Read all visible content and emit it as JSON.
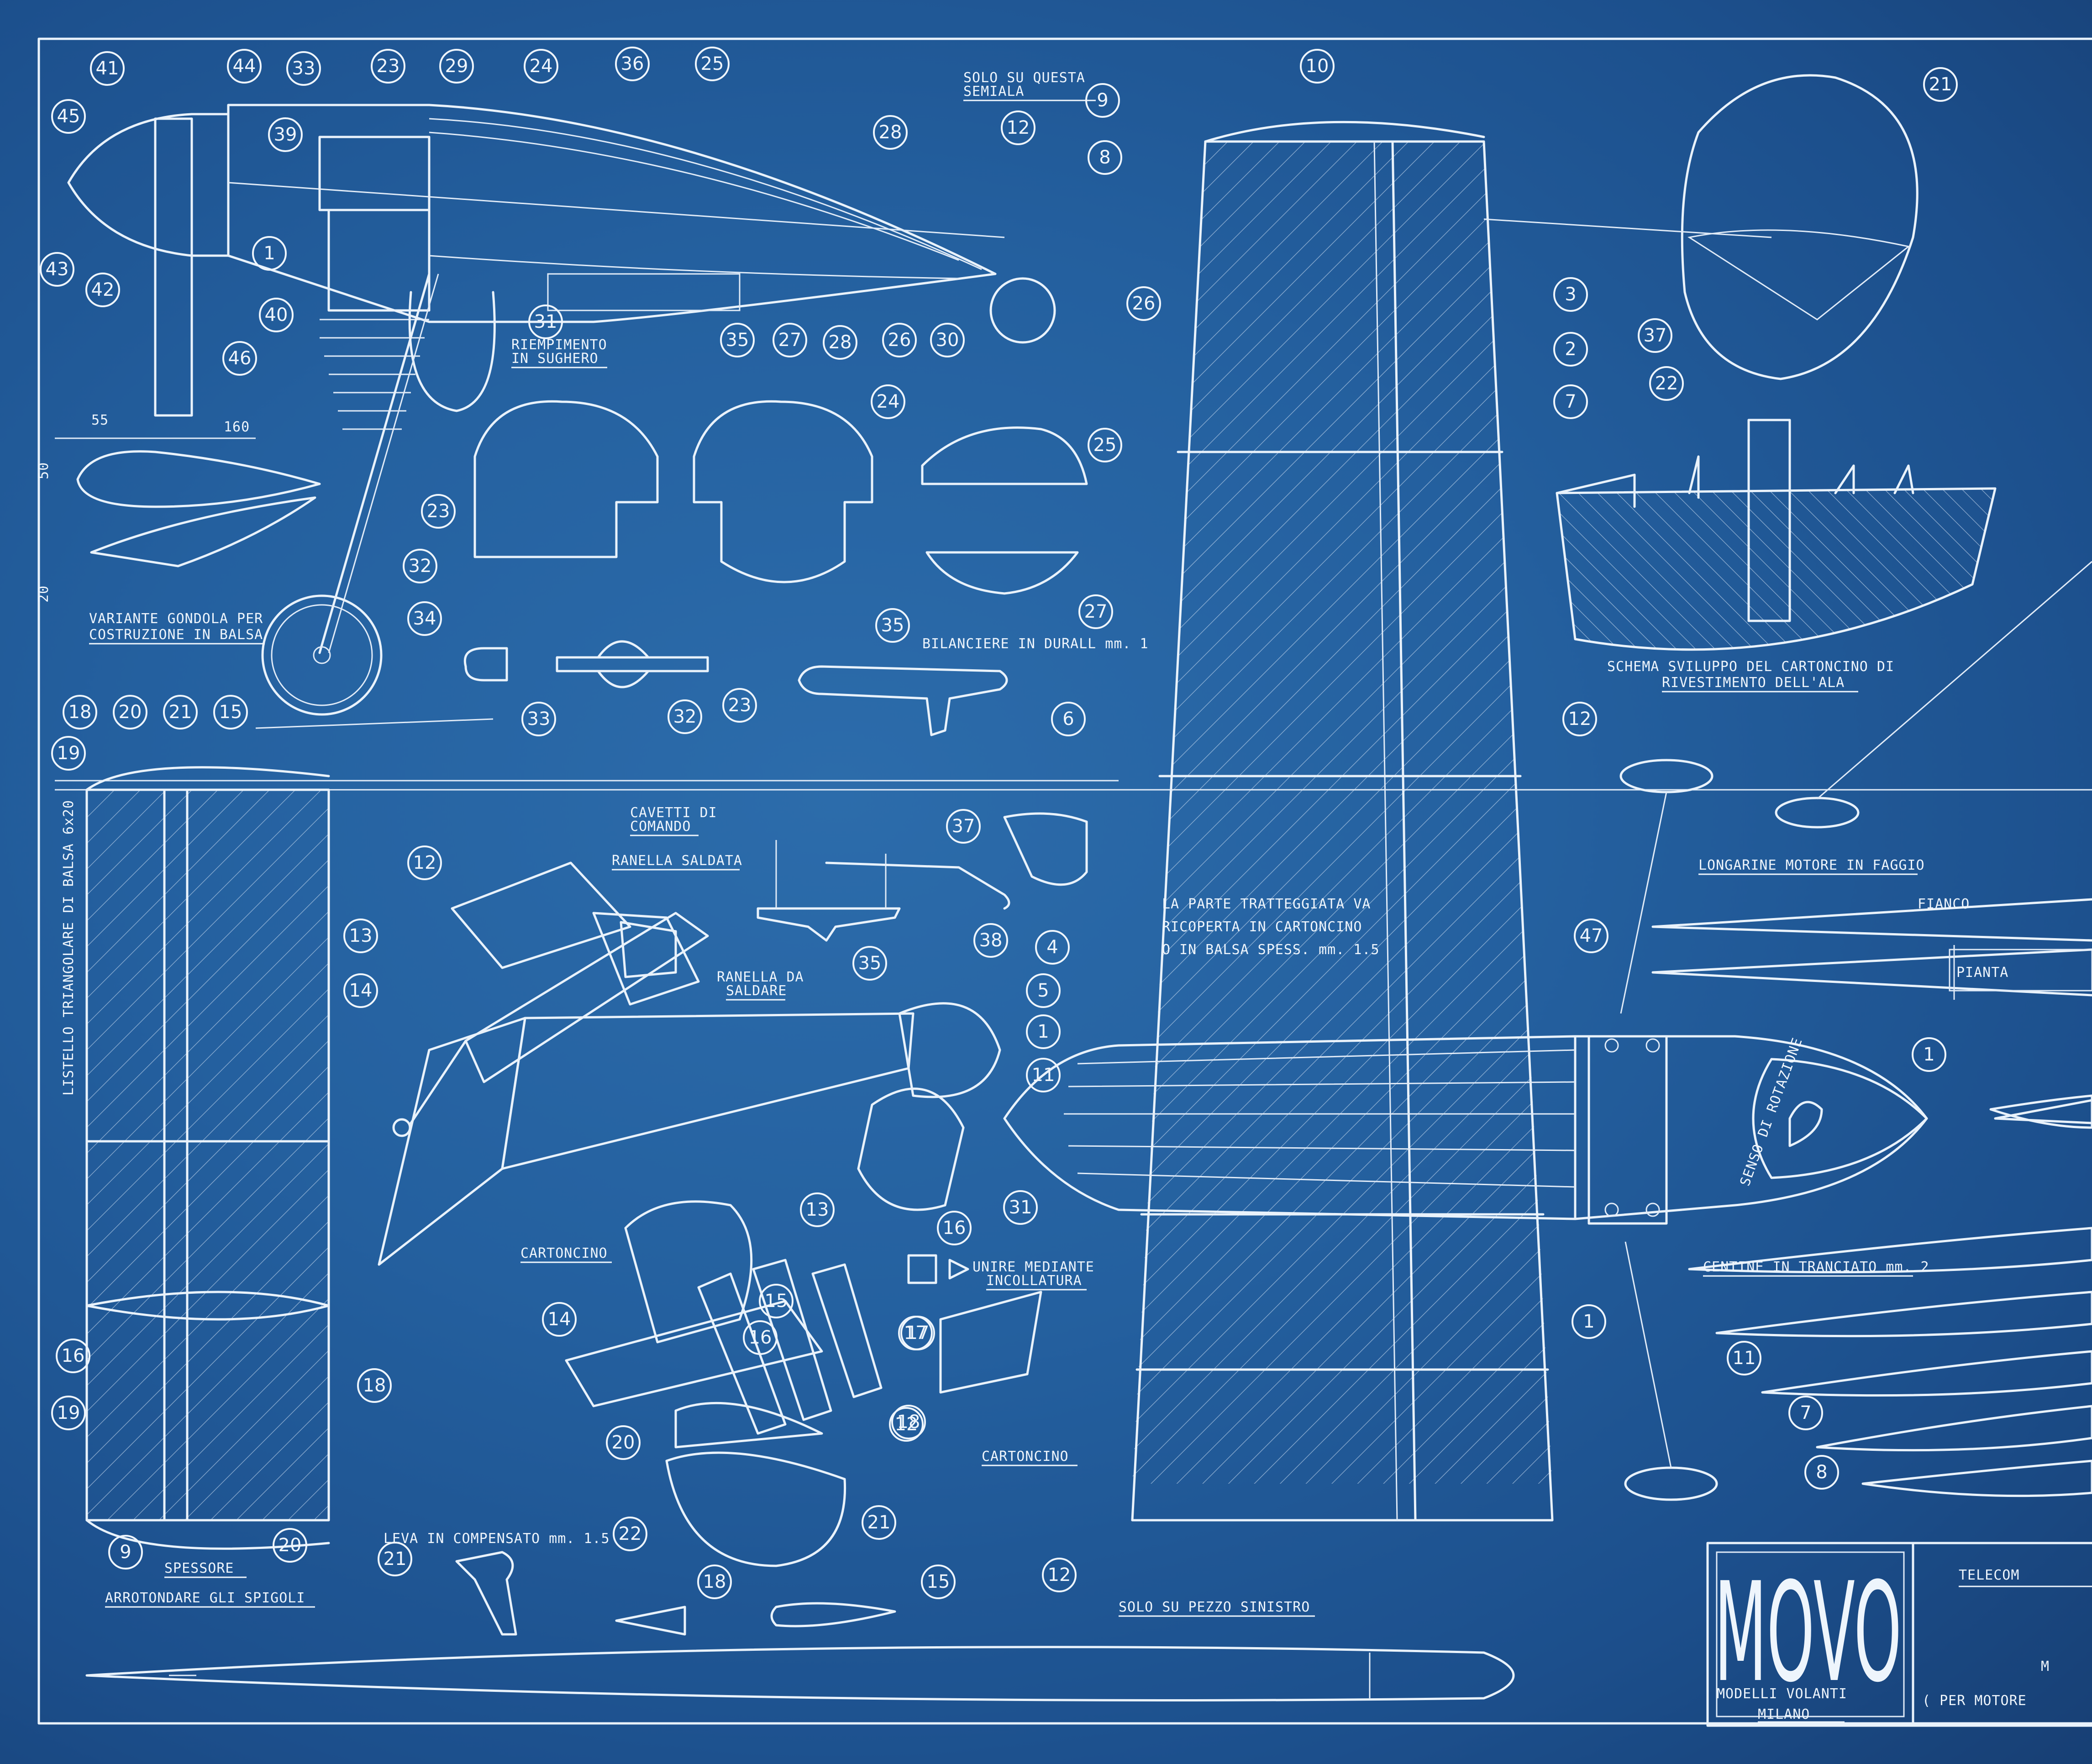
{
  "sheet": {
    "background_color": "#24609f",
    "line_color": "#e9f2fb"
  },
  "title_block": {
    "brand": "MOVO",
    "brand_sub_1": "MODELLI VOLANTI",
    "brand_sub_2": "MILANO",
    "title_partial": "TELECOM",
    "model_letter": "M",
    "subtitle_partial": "( PER MOTORE"
  },
  "notes": {
    "solo_su_questa": "SOLO SU QUESTA",
    "semiala": "SEMIALA",
    "riempimento": "RIEMPIMENTO",
    "in_sughero": "IN SUGHERO",
    "variante_1": "VARIANTE GONDOLA PER",
    "variante_2": "COSTRUZIONE IN BALSA",
    "bilanciere": "BILANCIERE IN DURALL mm. 1",
    "schema_1": "SCHEMA SVILUPPO DEL CARTONCINO DI",
    "schema_2": "RIVESTIMENTO DELL'ALA",
    "cavetti_1": "CAVETTI DI",
    "cavetti_2": "COMANDO",
    "ranella_saldata": "RANELLA SALDATA",
    "ranella_da_1": "RANELLA DA",
    "ranella_da_2": "SALDARE",
    "parte_1": "LA PARTE TRATTEGGIATA VA",
    "parte_2": "RICOPERTA IN CARTONCINO",
    "parte_3": "O IN BALSA SPESS. mm. 1.5",
    "longarine": "LONGARINE MOTORE IN FAGGIO",
    "fianco": "FIANCO",
    "pianta": "PIANTA",
    "senso_rotazione": "SENSO DI ROTAZIONE",
    "listello": "LISTELLO TRIANGOLARE DI BALSA 6x20",
    "cartoncino_1": "CARTONCINO",
    "cartoncino_2": "CARTONCINO",
    "unire_1": "UNIRE MEDIANTE",
    "unire_2": "INCOLLATURA",
    "centine": "CENTINE IN TRANCIATO mm. 2",
    "leva": "LEVA IN COMPENSATO mm. 1.5",
    "spessore": "SPESSORE",
    "arrotondare": "ARROTONDARE GLI SPIGOLI",
    "solo_pezzo": "SOLO SU PEZZO SINISTRO"
  },
  "dimensions": {
    "d55": "55",
    "d160": "160",
    "d50": "50",
    "d20": "20"
  },
  "callouts": [
    "41",
    "44",
    "33",
    "23",
    "29",
    "24",
    "36",
    "25",
    "45",
    "39",
    "28",
    "43",
    "42",
    "1",
    "40",
    "46",
    "31",
    "35",
    "27",
    "28",
    "26",
    "30",
    "26",
    "24",
    "25",
    "23",
    "32",
    "27",
    "34",
    "35",
    "33",
    "32",
    "23",
    "10",
    "9",
    "8",
    "12",
    "3",
    "2",
    "7",
    "21",
    "37",
    "22",
    "6",
    "12",
    "18",
    "20",
    "21",
    "15",
    "19",
    "12",
    "13",
    "14",
    "37",
    "35",
    "38",
    "4",
    "5",
    "1",
    "11",
    "47",
    "31",
    "13",
    "16",
    "15",
    "16",
    "17",
    "17",
    "16",
    "18",
    "14",
    "12",
    "19",
    "18",
    "20",
    "22",
    "21",
    "18",
    "15",
    "12",
    "1",
    "1",
    "11",
    "7",
    "8",
    "9",
    "20",
    "21",
    "19"
  ]
}
